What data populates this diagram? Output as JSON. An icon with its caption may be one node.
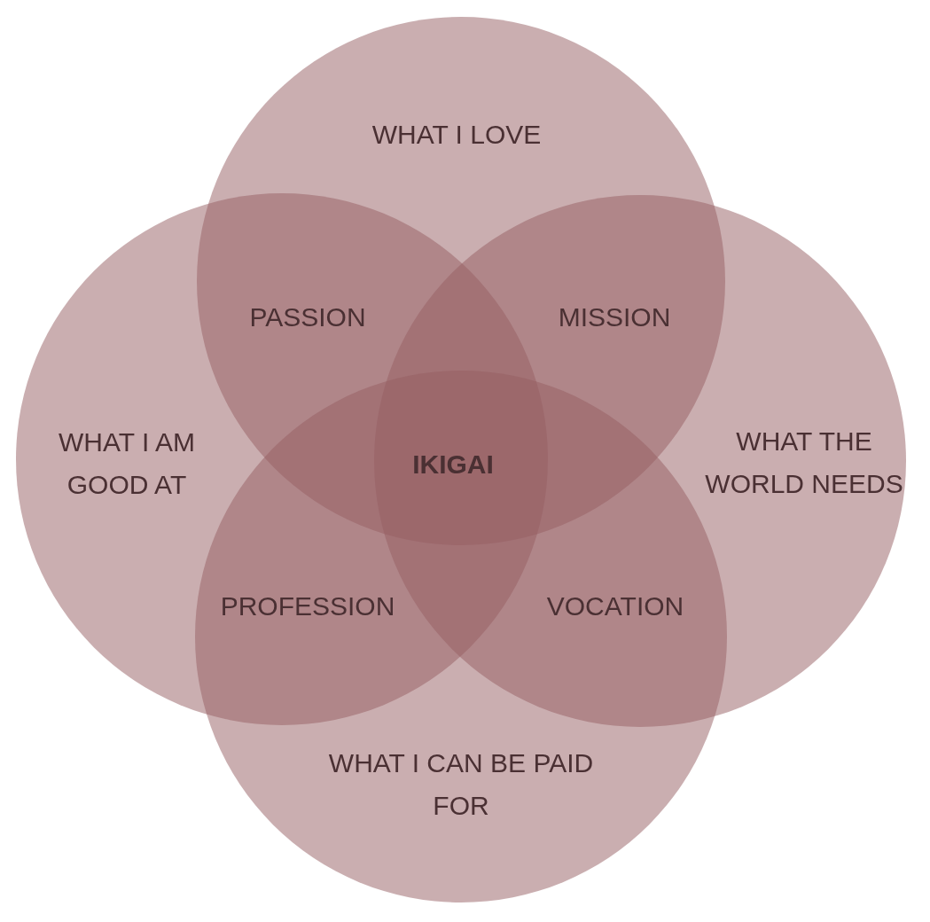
{
  "diagram": {
    "nodes": [
      {
        "text": [
          "WHAT I LOVE"
        ]
      },
      {
        "text": [
          "WHAT I AM GOOD AT"
        ]
      },
      {
        "text": [
          "WHAT THE WORLD NEEDS"
        ]
      },
      {
        "text": [
          "WHAT I CAN BE PAID FOR"
        ]
      }
    ],
    "labels": [
      "PASSION",
      "MISSION",
      "IKIGAI",
      "PROFESSION",
      "VOCATION"
    ]
  }
}
